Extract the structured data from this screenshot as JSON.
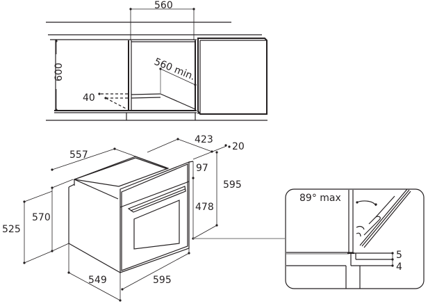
{
  "diagram": {
    "type": "oven installation dimensions",
    "colors": {
      "line": "#231f20",
      "secondary_line": "#8a8a8a",
      "background": "#ffffff"
    },
    "cabinet_view": {
      "labels": {
        "niche_width": "560",
        "niche_height": "600",
        "niche_depth": "560 min.",
        "vent_gap": "40"
      }
    },
    "oven_view": {
      "labels": {
        "top_depth": "557",
        "front_panel_depth": "423",
        "door_thickness": "20",
        "control_panel_height": "97",
        "overall_height": "595",
        "door_height": "478",
        "side_height": "570",
        "body_height": "525",
        "body_depth": "549",
        "overall_width": "595"
      }
    },
    "detail_view": {
      "labels": {
        "door_angle": "89° max",
        "gap_top": "5",
        "gap_bottom": "4"
      }
    }
  }
}
